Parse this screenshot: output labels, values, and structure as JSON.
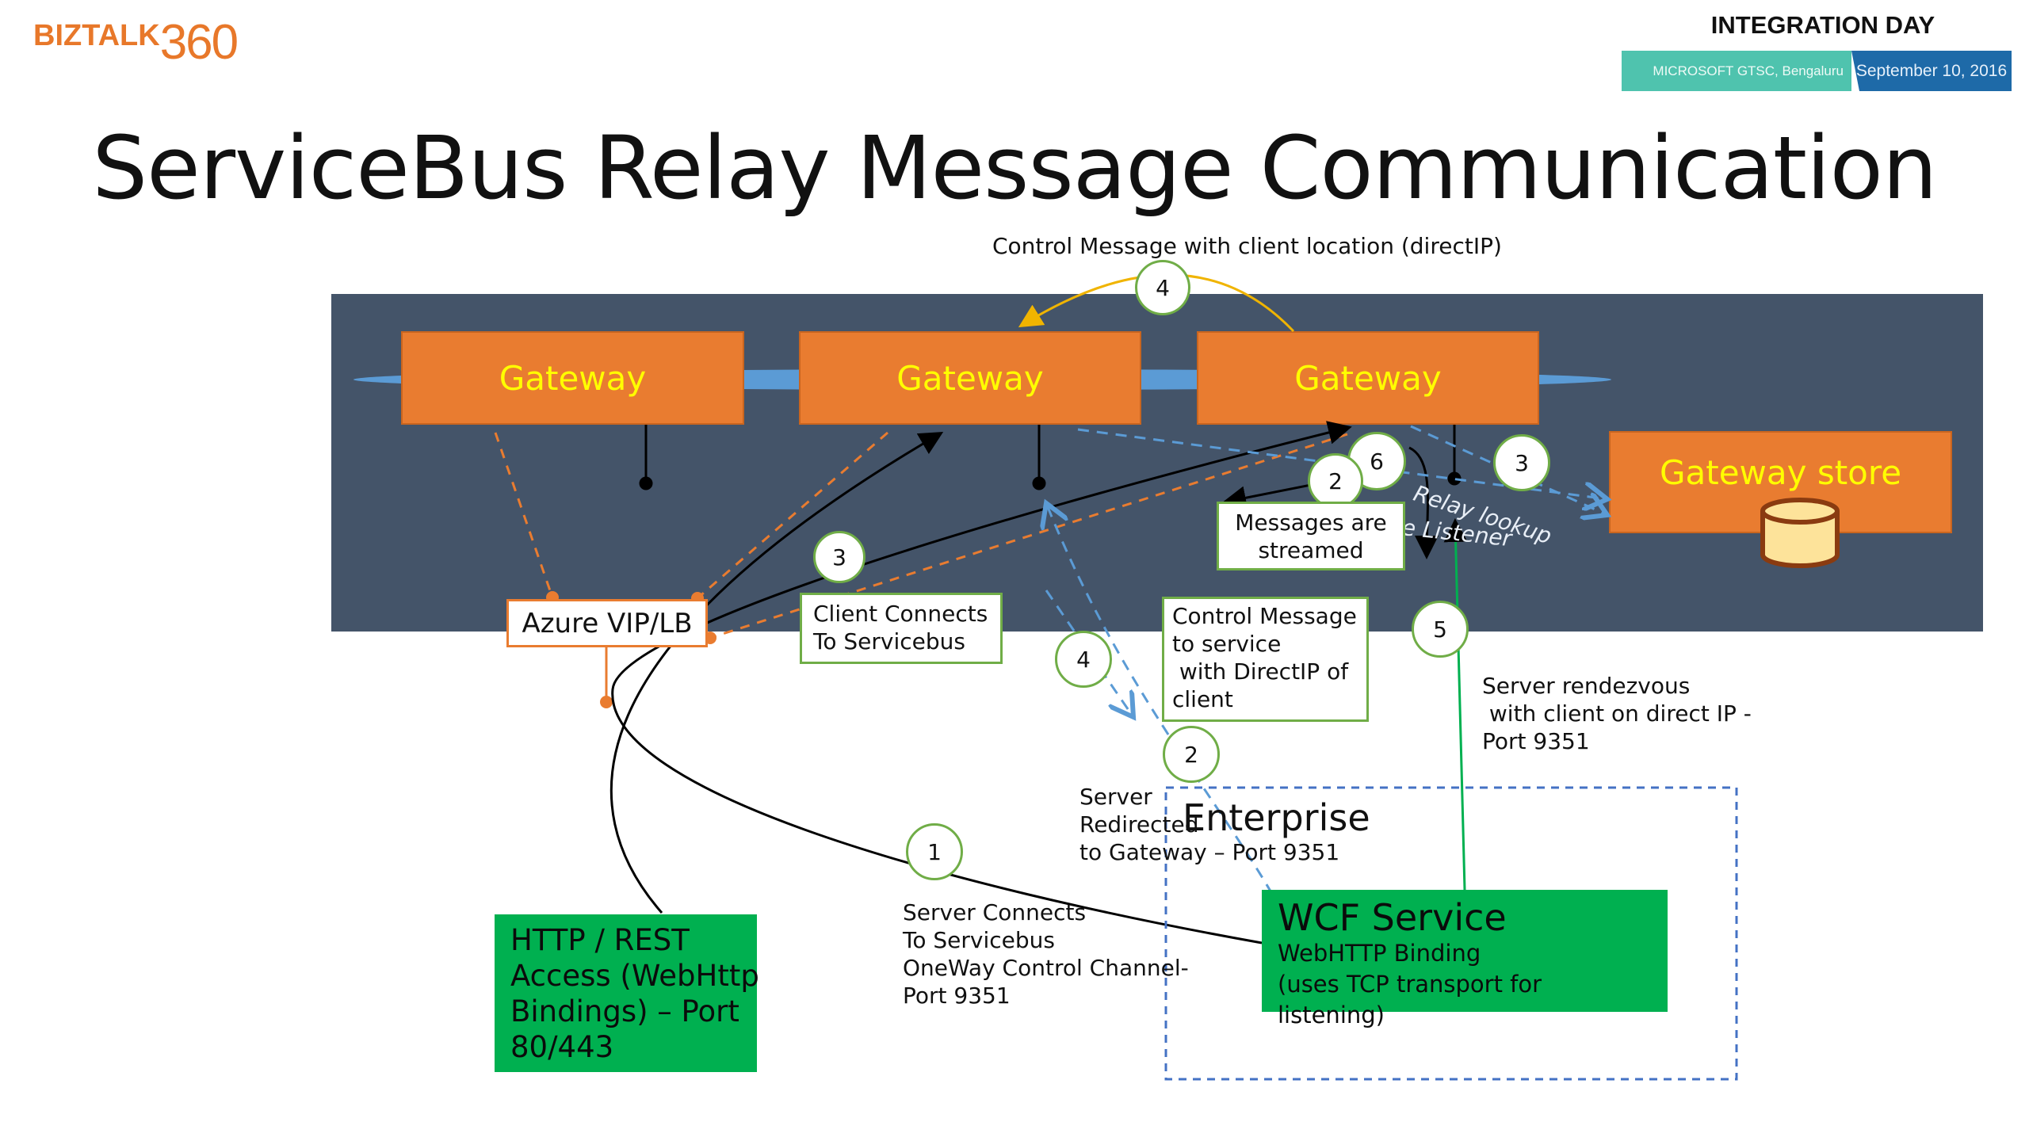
{
  "header": {
    "logo_text": "BIZTALK",
    "logo_number": "360",
    "event_title": "INTEGRATION DAY",
    "venue": "MICROSOFT GTSC, Bengaluru",
    "date": "September 10, 2016"
  },
  "slide": {
    "title": "ServiceBus Relay Message Communication",
    "top_annotation": "Control Message with client location (directIP)"
  },
  "colors": {
    "panel": "#445469",
    "gateway": "#e97c30",
    "gateway_text": "#ffff00",
    "step_border": "#70ad47",
    "green_box": "#00b050",
    "brand": "#e8782a"
  },
  "nodes": {
    "gateways": [
      "Gateway",
      "Gateway",
      "Gateway"
    ],
    "gateway_store": "Gateway store",
    "azure_lb": "Azure VIP/LB",
    "enterprise": "Enterprise",
    "wcf": {
      "title": "WCF Service",
      "line1": "WebHTTP Binding",
      "line2": "(uses TCP transport for listening)"
    },
    "http_rest": "HTTP / REST\nAccess (WebHttp\nBindings) – Port\n80/443"
  },
  "steps": {
    "client_connects": {
      "number": "3",
      "text": "Client Connects\nTo Servicebus"
    },
    "messages_streamed": {
      "number": "2",
      "text": "Messages are\nstreamed"
    },
    "step6": "6",
    "relay_lookup": {
      "number": "3",
      "text": "Relay lookup",
      "text2": "Locate Listener"
    },
    "control_to_service": {
      "number": "4",
      "text": "Control Message\nto service\n with DirectIP of\nclient"
    },
    "top_control": "4",
    "server_redirected": {
      "number": "2",
      "text": "Server\nRedirected\nto Gateway – Port 9351"
    },
    "server_connects": {
      "number": "1",
      "text": "Server Connects\nTo Servicebus\nOneWay Control Channel-\nPort 9351"
    },
    "rendezvous": {
      "number": "5",
      "text": "Server rendezvous\n with client on direct IP -\nPort 9351"
    }
  }
}
